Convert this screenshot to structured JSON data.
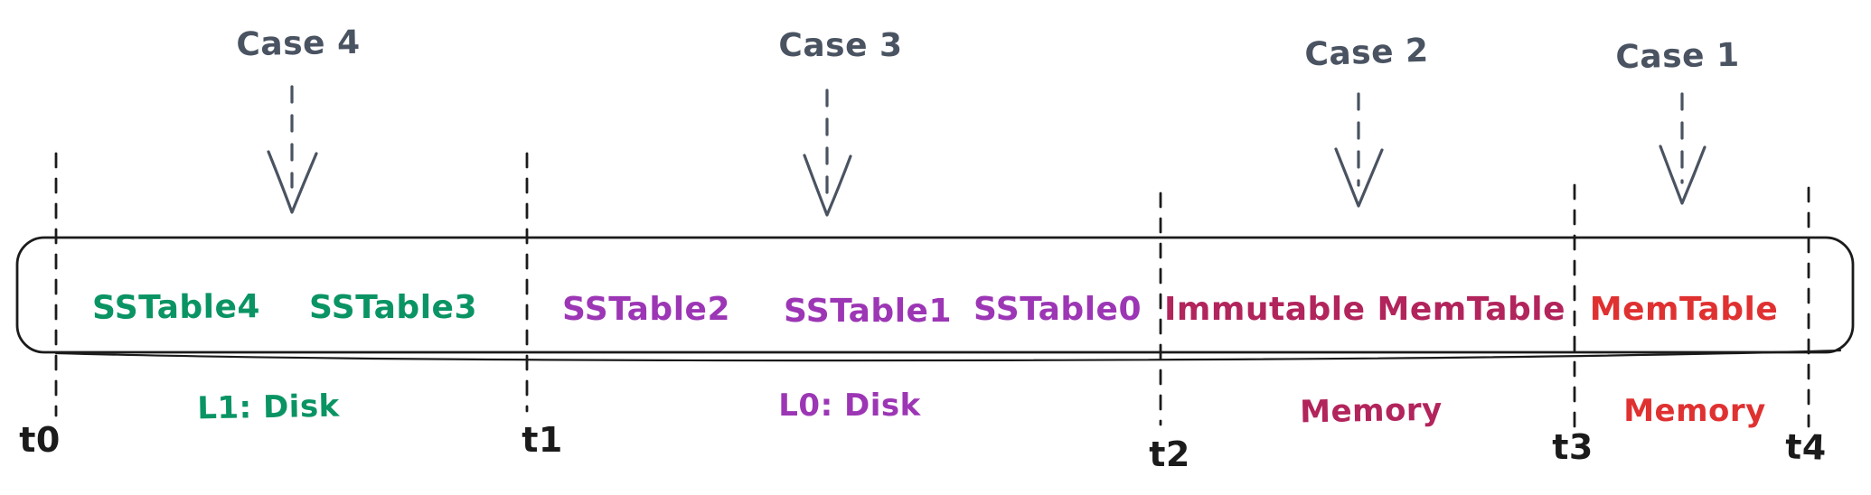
{
  "colors": {
    "background": "#ffffff",
    "ink": "#1b1b1b",
    "gray": "#4a5361",
    "green": "#0a9464",
    "purple": "#9c36b5",
    "crimson": "#b2245c",
    "red": "#e03131"
  },
  "cases": [
    {
      "label": "Case 4"
    },
    {
      "label": "Case 3"
    },
    {
      "label": "Case 2"
    },
    {
      "label": "Case 1"
    }
  ],
  "box": {
    "tables": [
      {
        "label": "SSTable4",
        "color": "green"
      },
      {
        "label": "SSTable3",
        "color": "green"
      },
      {
        "label": "SSTable2",
        "color": "purple"
      },
      {
        "label": "SSTable1",
        "color": "purple"
      },
      {
        "label": "SSTable0",
        "color": "purple"
      },
      {
        "label": "Immutable MemTable",
        "color": "crimson"
      },
      {
        "label": "MemTable",
        "color": "red"
      }
    ]
  },
  "levels": [
    {
      "label": "L1: Disk",
      "color": "green"
    },
    {
      "label": "L0: Disk",
      "color": "purple"
    },
    {
      "label": "Memory",
      "color": "crimson"
    },
    {
      "label": "Memory",
      "color": "red"
    }
  ],
  "ticks": [
    {
      "label": "t0"
    },
    {
      "label": "t1"
    },
    {
      "label": "t2"
    },
    {
      "label": "t3"
    },
    {
      "label": "t4"
    }
  ]
}
